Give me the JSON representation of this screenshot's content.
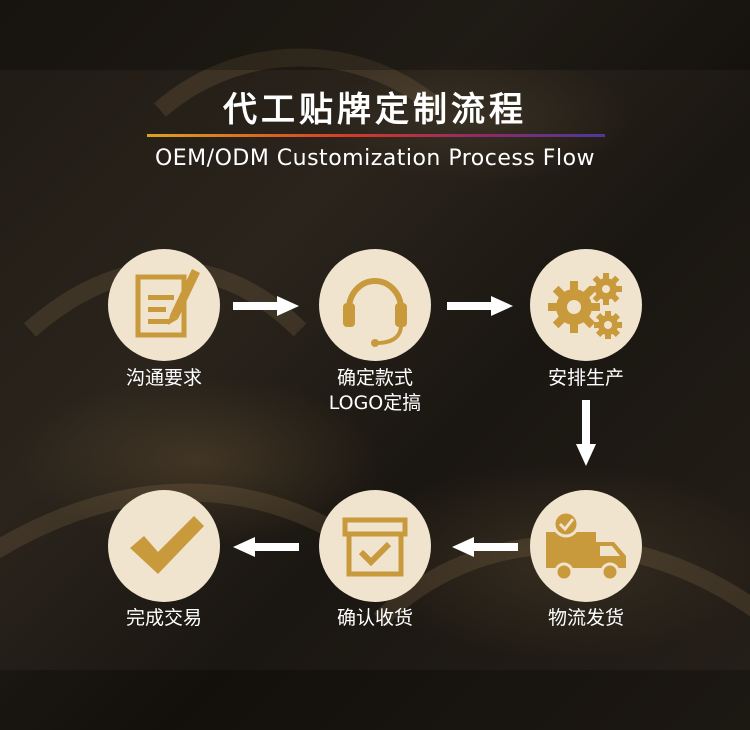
{
  "title": "代工贴牌定制流程",
  "subtitle": "OEM/ODM Customization Process Flow",
  "colors": {
    "icon": "#c99a3c",
    "circle": "#f0e4ce",
    "arrow": "#ffffff"
  },
  "steps": [
    {
      "label": "沟通要求",
      "icon": "document-pen-icon"
    },
    {
      "label": "确定款式",
      "label2": "LOGO定搞",
      "icon": "headset-icon"
    },
    {
      "label": "安排生产",
      "icon": "gears-icon"
    },
    {
      "label": "物流发货",
      "icon": "truck-icon"
    },
    {
      "label": "确认收货",
      "icon": "box-check-icon"
    },
    {
      "label": "完成交易",
      "icon": "checkmark-icon"
    }
  ]
}
